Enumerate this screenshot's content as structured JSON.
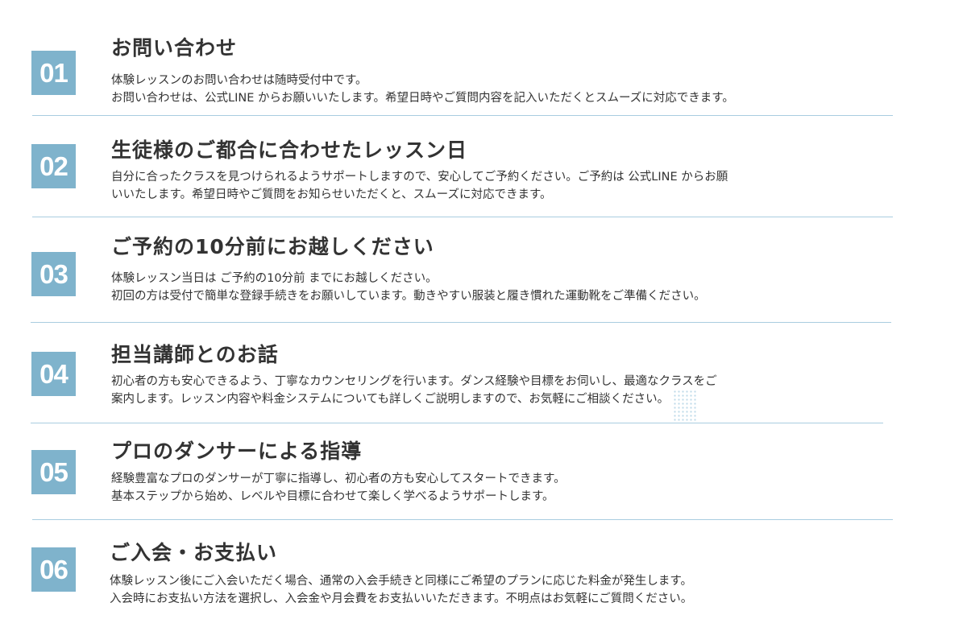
{
  "steps": [
    {
      "number": "01",
      "title": "お問い合わせ",
      "description": [
        "体験レッスンのお問い合わせは随時受付中です。",
        "お問い合わせは、公式LINE からお願いいたします。希望日時やご質問内容を記入いただくとスムーズに対応できます。"
      ]
    },
    {
      "number": "02",
      "title": "生徒様のご都合に合わせたレッスン日",
      "description": [
        "自分に合ったクラスを見つけられるようサポートしますので、安心してご予約ください。ご予約は 公式LINE からお願",
        "いいたします。希望日時やご質問をお知らせいただくと、スムーズに対応できます。"
      ]
    },
    {
      "number": "03",
      "title": "ご予約の10分前にお越しください",
      "description": [
        "体験レッスン当日は ご予約の10分前 までにお越しください。",
        "初回の方は受付で簡単な登録手続きをお願いしています。動きやすい服装と履き慣れた運動靴をご準備ください。"
      ]
    },
    {
      "number": "04",
      "title": "担当講師とのお話",
      "description": [
        "初心者の方も安心できるよう、丁寧なカウンセリングを行います。ダンス経験や目標をお伺いし、最適なクラスをご",
        "案内します。レッスン内容や料金システムについても詳しくご説明しますので、お気軽にご相談ください。"
      ]
    },
    {
      "number": "05",
      "title": "プロのダンサーによる指導",
      "description": [
        "経験豊富なプロのダンサーが丁寧に指導し、初心者の方も安心してスタートできます。",
        "基本ステップから始め、レベルや目標に合わせて楽しく学べるようサポートします。"
      ]
    },
    {
      "number": "06",
      "title": "ご入会・お支払い",
      "description": [
        "体験レッスン後にご入会いただく場合、通常の入会手続きと同様にご希望のプランに応じた料金が発生します。",
        "入会時にお支払い方法を選択し、入会金や月会費をお支払いいただきます。不明点はお気軽にご質問ください。"
      ]
    }
  ],
  "colors": {
    "badge": "#7fb3cc",
    "divider": "#a9cde0",
    "text": "#333333"
  }
}
